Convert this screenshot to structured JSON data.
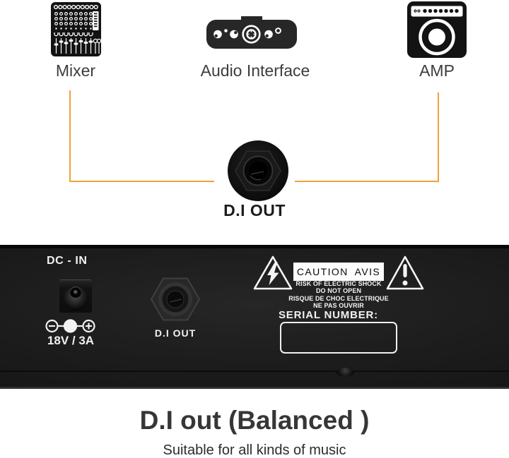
{
  "colors": {
    "background": "#ffffff",
    "connector_line": "#ECA33B",
    "panel_background": "#1c1c1c",
    "device_label_text": "#3d3d3d",
    "panel_text": "#f2f2f2",
    "footer_title_text": "#363636"
  },
  "diagram": {
    "devices": [
      {
        "label": "Mixer",
        "icon": "mixer-icon"
      },
      {
        "label": "Audio Interface",
        "icon": "audio-interface-icon"
      },
      {
        "label": "AMP",
        "icon": "amp-icon"
      }
    ],
    "jack_icon": "quarter-inch-jack-photo",
    "jack_label": "D.I OUT"
  },
  "panel": {
    "dc_section": {
      "label": "DC - IN",
      "jack_icon": "dc-barrel-jack",
      "polarity_icon": "dc-polarity-icon",
      "rating": "18V / 3A"
    },
    "di_out_section": {
      "jack_icon": "quarter-inch-jack-icon",
      "label": "D.I OUT"
    },
    "caution_section": {
      "lightning_icon": "high-voltage-triangle-icon",
      "alert_icon": "exclamation-triangle-icon",
      "title_en": "CAUTION",
      "title_fr": "AVIS",
      "warning_lines": [
        "RISK OF ELECTRIC SHOCK",
        "DO NOT OPEN",
        "RISQUE DE CHOC ELECTRIQUE",
        "NE PAS OUVRIR"
      ],
      "serial_label": "SERIAL NUMBER:"
    }
  },
  "footer": {
    "title": "D.I out (Balanced )",
    "subtitle": "Suitable for all kinds of music"
  }
}
